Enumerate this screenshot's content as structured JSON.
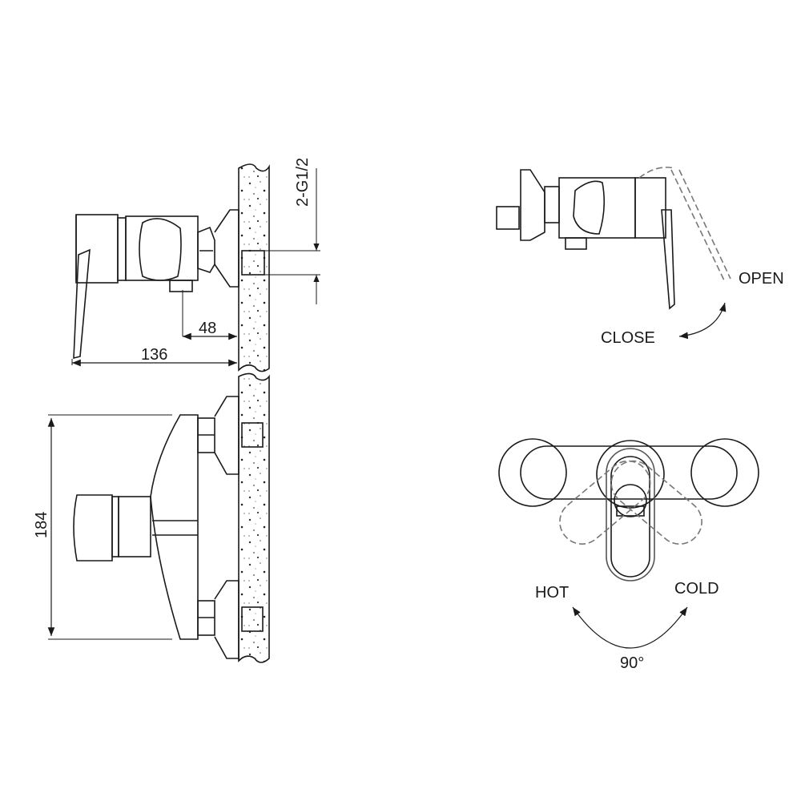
{
  "diagram": {
    "type": "technical drawing - wall-mounted single-lever shower mixer",
    "views": {
      "side_view": {
        "dimensions": {
          "overall_depth": "136",
          "outlet_offset": "48",
          "inlet_thread": "2-G1/2"
        }
      },
      "front_view": {
        "dimensions": {
          "inlet_spacing_height": "184"
        }
      },
      "operation_side": {
        "labels": {
          "open": "OPEN",
          "close": "CLOSE"
        }
      },
      "operation_top": {
        "labels": {
          "hot": "HOT",
          "cold": "COLD",
          "rotation": "90°"
        }
      }
    },
    "colors": {
      "line": "#1a1a1a",
      "dashed": "#777777",
      "background": "#ffffff"
    }
  }
}
